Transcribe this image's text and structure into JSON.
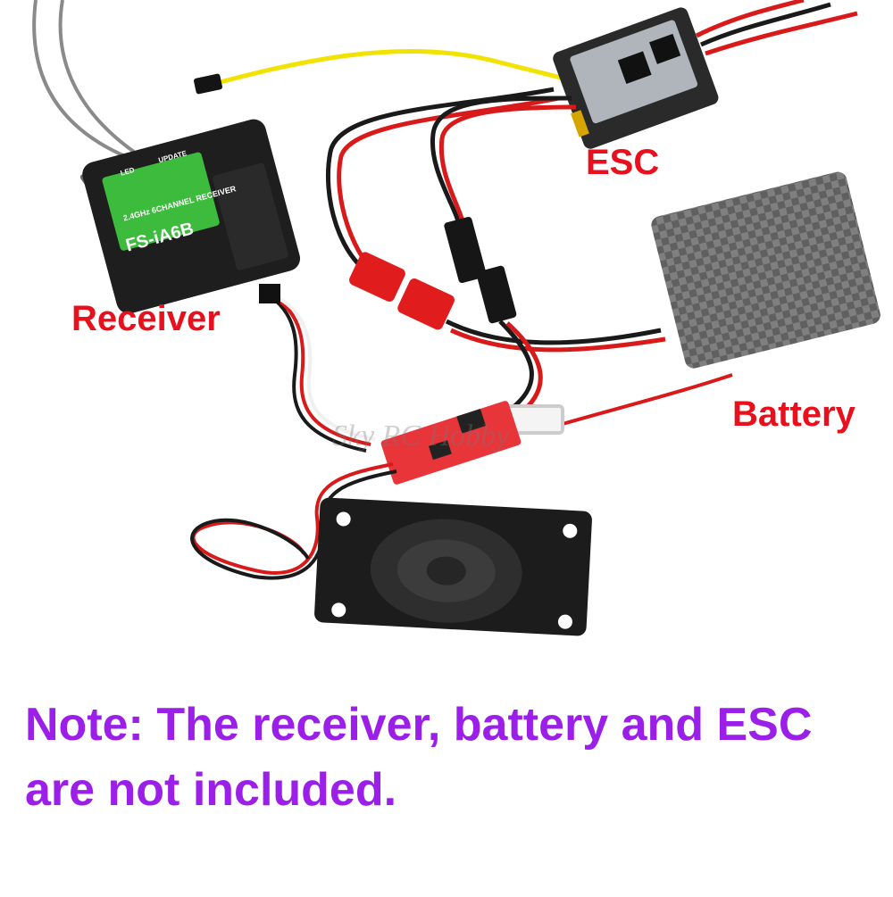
{
  "labels": {
    "esc": "ESC",
    "receiver": "Receiver",
    "battery": "Battery"
  },
  "note": {
    "line1": "Note: The receiver, battery and ESC",
    "line2": "are not included."
  },
  "watermark": "Sky RC Hobby",
  "receiver_printing": {
    "model": "FS-iA6B",
    "band": "2.4GHz 6CHANNEL RECEIVER",
    "led": "LED",
    "update": "UPDATE"
  },
  "colors": {
    "label_red": "#e8101c",
    "note_purple": "#9b1fe8",
    "wire_red": "#d81a1a",
    "wire_black": "#1a1a1a",
    "wire_yellow": "#f2e200",
    "receiver_green": "#3dbb3d",
    "pcb_red": "#e8353a"
  }
}
